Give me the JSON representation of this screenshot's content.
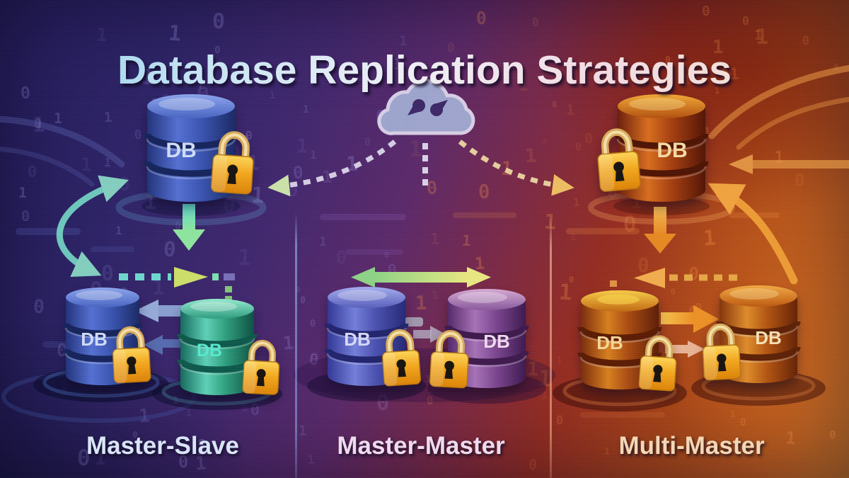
{
  "title": "Database Replication Strategies",
  "sections": [
    {
      "id": "master-slave",
      "label": "Master-Slave",
      "databases": [
        {
          "label": "DB"
        },
        {
          "label": "DB"
        },
        {
          "label": "DB"
        }
      ]
    },
    {
      "id": "master-master",
      "label": "Master-Master",
      "databases": [
        {
          "label": "DB"
        },
        {
          "label": "DB"
        }
      ]
    },
    {
      "id": "multi-master",
      "label": "Multi-Master",
      "databases": [
        {
          "label": "DB"
        },
        {
          "label": "DB"
        },
        {
          "label": "DB"
        }
      ]
    }
  ],
  "icons": {
    "cloud": "cloud-sync-icon",
    "lock": "padlock-icon",
    "database": "database-cylinder-icon"
  },
  "colors": {
    "blue_db": "#3a55b2",
    "teal_db": "#2f9f7e",
    "purple_db": "#7c4690",
    "orange_db": "#c05a16",
    "gold_lock": "#f5a91f",
    "teal_arrow": "#6fd8cf",
    "orange_arrow": "#f0a03c"
  },
  "background": {
    "chars": [
      "1",
      "0"
    ],
    "count": 175,
    "left_color": "#9d8fe0",
    "right_color": "#ff9a4c"
  }
}
